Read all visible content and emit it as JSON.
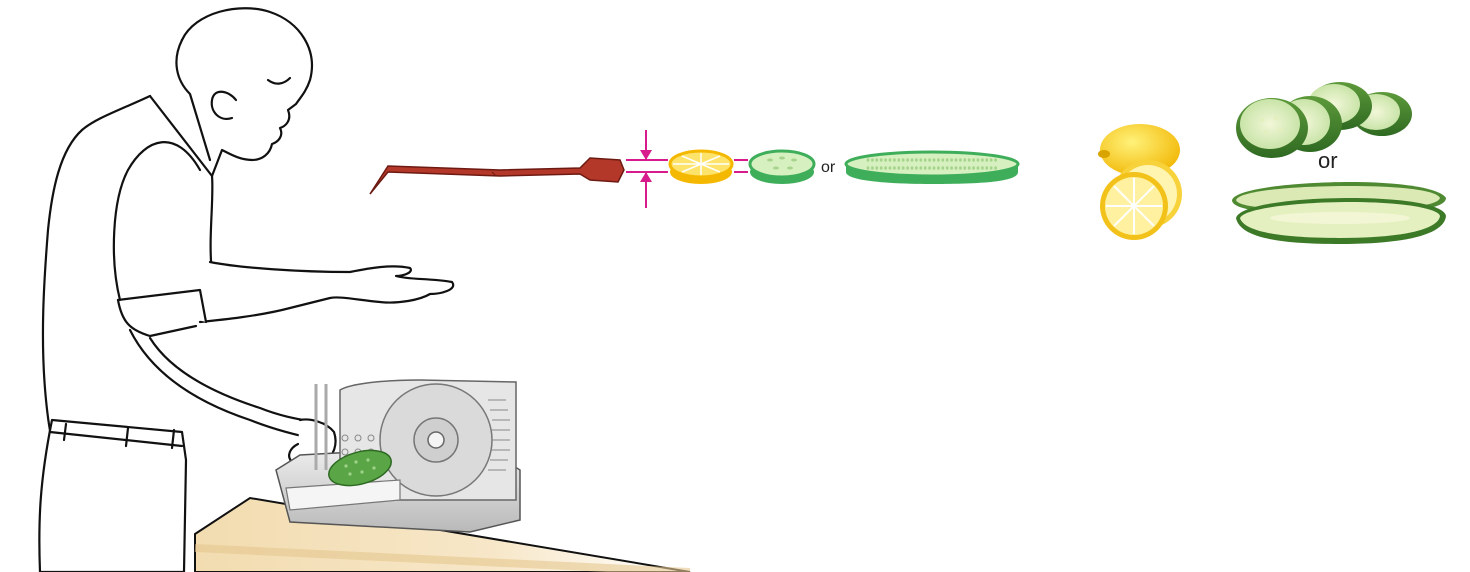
{
  "diagram": {
    "or_label_small": "or",
    "or_label_photo": "or"
  },
  "colors": {
    "knife": "#b4382a",
    "dimension_arrows": "#d81b8c",
    "lemon_fill": "#fde36a",
    "lemon_rind": "#f5b800",
    "cucumber_flesh": "#d6f0c0",
    "cucumber_skin": "#3fae5b",
    "line_art": "#111111"
  },
  "icons": [
    "person-line-art",
    "meat-slicer",
    "table",
    "knife",
    "lemon-slice",
    "cucumber-slice",
    "cucumber-strip",
    "lemon-photo",
    "cucumber-slices-photo",
    "cucumber-strips-photo"
  ]
}
